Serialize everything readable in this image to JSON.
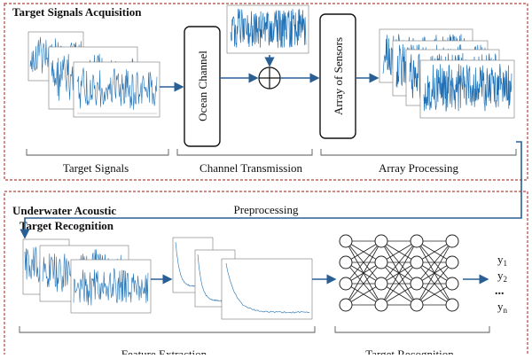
{
  "top_section": {
    "title": "Target Signals Acquisition",
    "ocean_channel_label": "Ocean Channel",
    "array_sensors_label": "Array of Sensors",
    "captions": {
      "target_signals": "Target Signals",
      "channel_transmission": "Channel Transmission",
      "array_processing": "Array Processing"
    }
  },
  "connector": {
    "preprocessing_label": "Preprocessing"
  },
  "bottom_section": {
    "title_line1": "Underwater Acoustic",
    "title_line2": "Target Recognition",
    "captions": {
      "feature_extraction": "Feature Extraction",
      "target_recognition": "Target Recognition"
    },
    "outputs": {
      "y1": "y",
      "y1_sub": "1",
      "y2": "y",
      "y2_sub": "2",
      "dots": "...",
      "yn": "y",
      "yn_sub": "n"
    }
  },
  "colors": {
    "frame_red": "#b5443c",
    "signal_blue": "#1f6fb2",
    "arrow_blue": "#2a5f95",
    "text_black": "#111111"
  }
}
